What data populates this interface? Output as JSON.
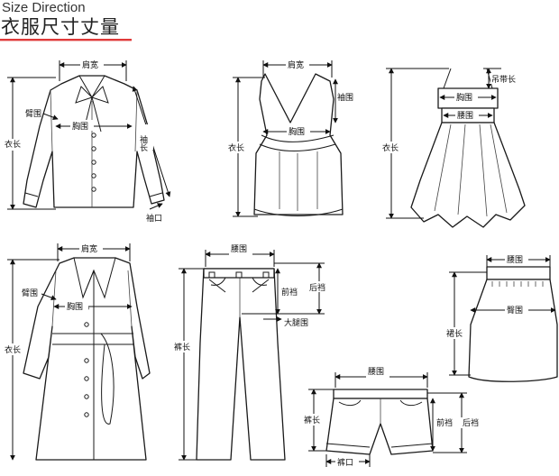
{
  "header": {
    "title_en": "Size Direction",
    "title_cn": "衣服尺寸丈量",
    "accent_color": "#e03a3a"
  },
  "labels": {
    "shirt": {
      "shoulder": "肩宽",
      "arm": "臂围",
      "chest": "胸围",
      "length": "衣长",
      "sleeve": "袖长",
      "cuff": "袖口"
    },
    "vest": {
      "shoulder": "肩宽",
      "armhole": "袖围",
      "chest": "胸围",
      "length": "衣长"
    },
    "dress": {
      "strap": "吊带长",
      "chest": "胸围",
      "waist": "腰围",
      "length": "衣长"
    },
    "coat": {
      "shoulder": "肩宽",
      "arm": "臂围",
      "chest": "胸围",
      "length": "衣长"
    },
    "pants": {
      "waist": "腰围",
      "front_rise": "前裆",
      "back_rise": "后裆",
      "thigh": "大腿围",
      "length": "裤长"
    },
    "skirt": {
      "waist": "腰围",
      "hip": "臀围",
      "length": "裙长"
    },
    "shorts": {
      "waist": "腰围",
      "length": "裤长",
      "front_rise": "前裆",
      "back_rise": "后裆",
      "leg_opening": "裤口"
    }
  }
}
